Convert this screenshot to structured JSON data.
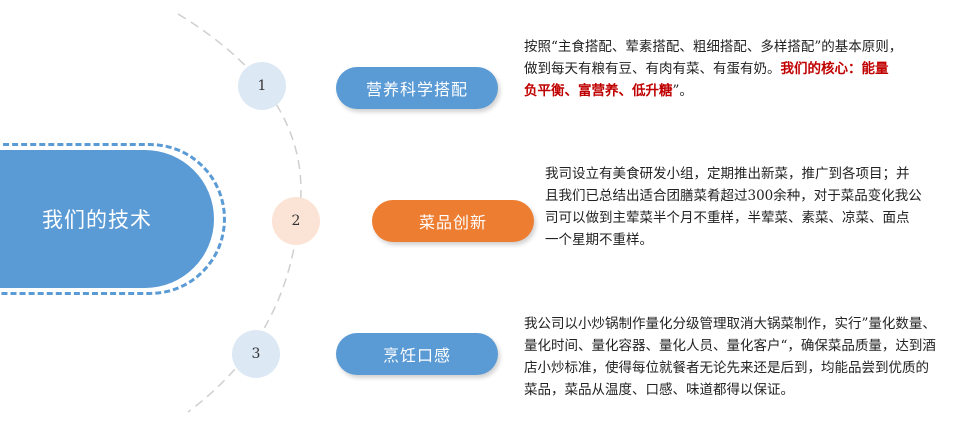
{
  "center": {
    "title": "我们的技术"
  },
  "colors": {
    "blue": "#5b9bd5",
    "orange": "#ed7d31",
    "highlight": "#c00000"
  },
  "items": [
    {
      "number": "1",
      "label": "营养科学搭配",
      "accent": "blue",
      "lines": [
        [
          "按照“主食搭配、荤素搭配、粗细搭配、多样搭配”的基本原则，"
        ],
        [
          "做到每天有粮有豆、有肉有菜、有蛋有奶。",
          "我们的核心：能量"
        ],
        [
          "负平衡、富营养、低升糖",
          "”。"
        ]
      ]
    },
    {
      "number": "2",
      "label": "菜品创新",
      "accent": "orange",
      "lines": [
        [
          "我司设立有美食研发小组，定期推出新菜，推广到各项目；并"
        ],
        [
          "且我们已总结出适合团膳菜肴超过300余种，对于菜品变化我公"
        ],
        [
          "司可以做到主荤菜半个月不重样，半荤菜、素菜、凉菜、面点"
        ],
        [
          "一个星期不重样。"
        ]
      ]
    },
    {
      "number": "3",
      "label": "烹饪口感",
      "accent": "blue",
      "lines": [
        [
          "我公司以小炒锅制作量化分级管理取消大锅菜制作，实行”量化数量、"
        ],
        [
          "量化时间、量化容器、量化人员、量化客户“，确保菜品质量，达到酒"
        ],
        [
          "店小炒标准，使得每位就餐者无论先来还是后到，均能品尝到优质的"
        ],
        [
          "菜品，菜品从温度、口感、味道都得以保证。"
        ]
      ]
    }
  ]
}
